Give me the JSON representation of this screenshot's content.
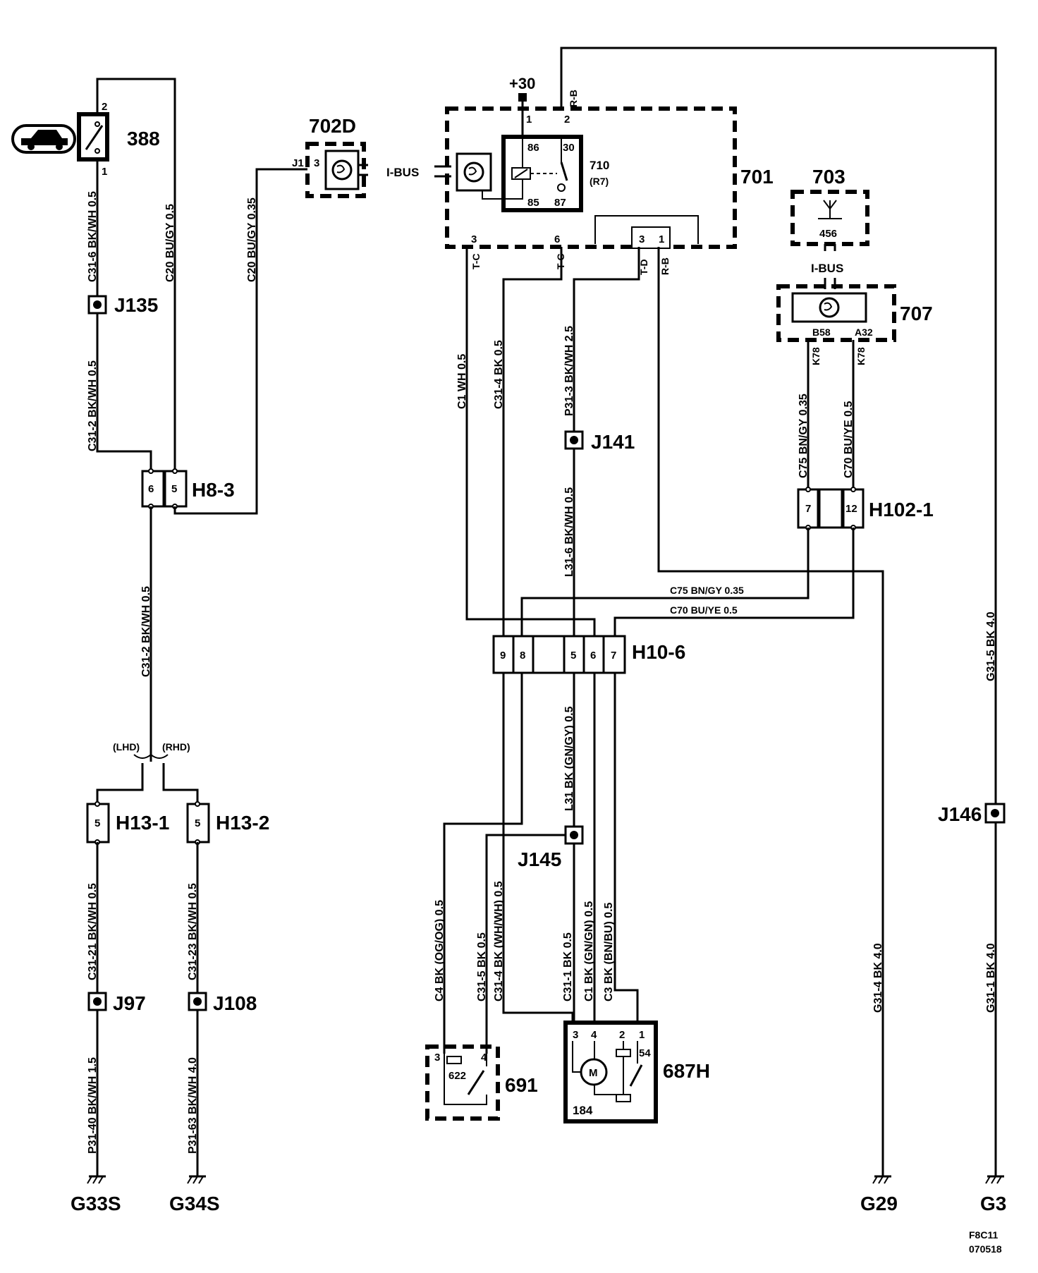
{
  "components": {
    "c388": "388",
    "c702d": "702D",
    "c701": "701",
    "c703": "703",
    "c707": "707",
    "c710": "710",
    "c710_sub": "(R7)",
    "c691": "691",
    "c687h": "687H",
    "c622": "622",
    "c456": "456",
    "c184": "184",
    "plus30": "+30"
  },
  "connectors": {
    "h8_3": "H8-3",
    "h102_1": "H102-1",
    "h10_6": "H10-6",
    "h13_1": "H13-1",
    "h13_2": "H13-2"
  },
  "junctions": {
    "j135": "J135",
    "j141": "J141",
    "j145": "J145",
    "j146": "J146",
    "j97": "J97",
    "j108": "J108"
  },
  "grounds": {
    "g33s": "G33S",
    "g34s": "G34S",
    "g29": "G29",
    "g3": "G3"
  },
  "bus": {
    "ibus1": "I-BUS",
    "ibus2": "I-BUS",
    "j1": "J1"
  },
  "pins": {
    "p388_2": "2",
    "p388_1": "1",
    "p702_3": "3",
    "p701_1": "1",
    "p701_2": "2",
    "p701_3": "3",
    "p701_6": "6",
    "p701_3b": "3",
    "p701_1b": "1",
    "p710_86": "86",
    "p710_30": "30",
    "p710_85": "85",
    "p710_87": "87",
    "p707_b58": "B58",
    "p707_a32": "A32",
    "p707_k78a": "K78",
    "p707_k78b": "K78",
    "p701_tc1": "T-C",
    "p701_tc2": "T-C",
    "p701_td": "T-D",
    "p701_rb": "R-B",
    "p701_rb_top": "R-B",
    "h8_6": "6",
    "h8_5": "5",
    "h102_7": "7",
    "h102_12": "12",
    "h10_9": "9",
    "h10_8": "8",
    "h10_5": "5",
    "h10_6": "6",
    "h10_7": "7",
    "h13_1_5": "5",
    "h13_2_5": "5",
    "p691_3": "3",
    "p691_4": "4",
    "p687_3": "3",
    "p687_4": "4",
    "p687_2": "2",
    "p687_1": "1",
    "p687_54": "54",
    "motor": "M"
  },
  "wires": {
    "w1": "C31-6 BK/WH 0.5",
    "w2": "C20 BU/GY 0.5",
    "w3": "C20 BU/GY 0.35",
    "w4": "C31-2 BK/WH 0.5",
    "w5": "C31-2 BK/WH 0.5",
    "w6": "C1 WH 0.5",
    "w7": "C31-4 BK 0.5",
    "w8": "P31-3 BK/WH 2.5",
    "w9": "L31-6 BK/WH 0.5",
    "w10": "C75 BN/GY 0.35",
    "w11": "C70 BU/YE 0.5",
    "w12": "C75 BN/GY 0.35",
    "w13": "C70 BU/YE 0.5",
    "w14": "G31-5 BK 4.0",
    "w15": "L31 BK (GN/GY) 0.5",
    "w16": "C4 BK (OG/OG) 0.5",
    "w17": "C31-5 BK 0.5",
    "w18": "C31-4 BK (WH/WH) 0.5",
    "w19": "C31-1 BK 0.5",
    "w20": "C1 BK (GN/GN) 0.5",
    "w21": "C3 BK (BN/BU) 0.5",
    "w22": "G31-4 BK 4.0",
    "w23": "G31-1 BK 4.0",
    "w24": "C31-21 BK/WH 0.5",
    "w25": "C31-23 BK/WH 0.5",
    "w26": "P31-40 BK/WH 1.5",
    "w27": "P31-63 BK/WH 4.0"
  },
  "variants": {
    "lhd": "(LHD)",
    "rhd": "(RHD)"
  },
  "footer": {
    "code1": "F8C11",
    "code2": "070518"
  }
}
